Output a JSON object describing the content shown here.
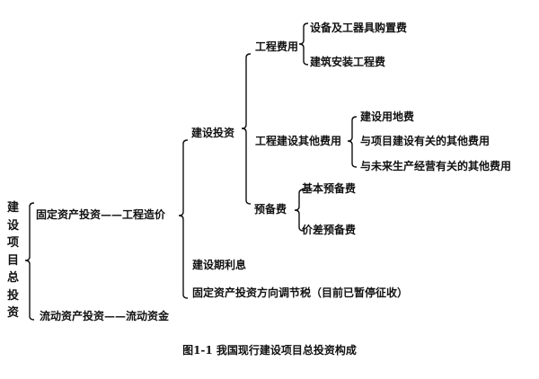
{
  "root": "建设项目总投资",
  "fixed_assets": "固定资产投资——工程造价",
  "current_assets": "流动资产投资——流动资金",
  "construction_investment": {
    "label": "建设投资",
    "engineering_cost": {
      "label": "工程费用",
      "items": [
        "设备及工器具购置费",
        "建筑安装工程费"
      ]
    },
    "other_cost": {
      "label": "工程建设其他费用",
      "items": [
        "建设用地费",
        "与项目建设有关的其他费用",
        "与未来生产经营有关的其他费用"
      ]
    },
    "reserve": {
      "label": "预备费",
      "items": [
        "基本预备费",
        "价差预备费"
      ]
    }
  },
  "interest": "建设期利息",
  "tax": "固定资产投资方向调节税（目前已暂停征收）",
  "caption": "图1-1 我国现行建设项目总投资构成"
}
